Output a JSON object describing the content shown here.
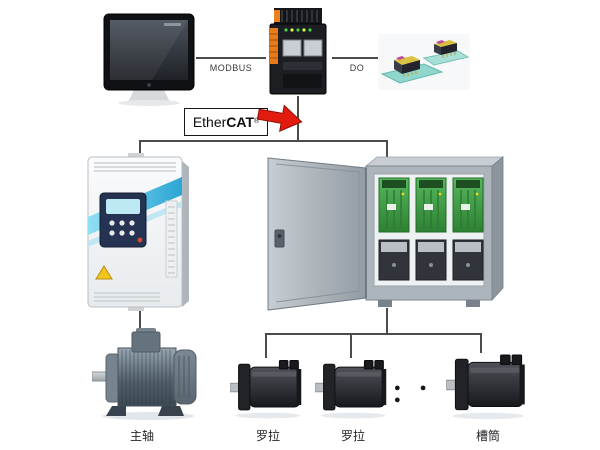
{
  "colors": {
    "line": "#4b4b4b",
    "ethercat_red": "#e31b0f",
    "vfd_blue": "#2fa9d6",
    "pcb_green": "#3f9f45",
    "cabinet_gray": "#adb5bc"
  },
  "connections": {
    "hmi_plc_label": "MODBUS",
    "plc_io_label": "DO"
  },
  "ethercat": {
    "part1": "Ether",
    "part2": "CAT",
    "reg": "®"
  },
  "ellipsis": "● ● ●",
  "captions": {
    "spindle": "主轴",
    "servo1": "罗拉",
    "servo2": "罗拉",
    "servo3": "槽筒"
  }
}
